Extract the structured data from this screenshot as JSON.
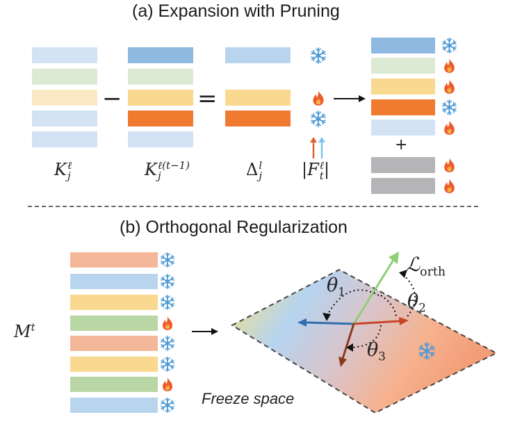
{
  "title_a": "(a) Expansion with Pruning",
  "title_b": "(b) Orthogonal Regularization",
  "labels": {
    "k_base": "K",
    "k_sup": "ℓ",
    "k_sub": "j",
    "kprev_base": "K",
    "kprev_sup": "ℓ(t−1)",
    "kprev_sub": "j",
    "delta_base": "Δ",
    "delta_sup": "l",
    "delta_sub": "j",
    "f_open": "|F",
    "f_sup": "ℓ",
    "f_sub": "t",
    "f_close": "|",
    "minus": "−",
    "equals": "=",
    "plus": "+",
    "m_base": "M",
    "m_sup": "t",
    "theta1_base": "θ",
    "theta1_sub": "1",
    "theta2_base": "θ",
    "theta2_sub": "2",
    "theta3_base": "θ",
    "theta3_sub": "3",
    "lorth_base": "ℒ",
    "lorth_sub": "orth",
    "freeze_space": "Freeze space"
  },
  "colors": {
    "blue_light": "#d3e3f3",
    "blue_mid": "#b9d5ee",
    "blue_dark": "#8fb9e0",
    "green_light": "#dcead3",
    "green_mid": "#b9d6a5",
    "yellow_light": "#fbe9c6",
    "yellow_mid": "#f9d98f",
    "orange": "#f07a30",
    "salmon": "#f4b79a",
    "gray": "#b5b5b7",
    "snow": "#4f9bd6",
    "fire": "#ee5a2a",
    "arrow_red": "#e0632c",
    "arrow_blue": "#7cc4ec",
    "vec_green": "#8fce72",
    "vec_blue": "#2f6db0",
    "vec_red": "#c8452a",
    "vec_brown": "#8a3a1c"
  },
  "icons": {
    "frozen": "snowflake-icon",
    "trainable": "flame-icon"
  },
  "columns": {
    "k": [
      "blue_light",
      "green_light",
      "yellow_light",
      "blue_light",
      "blue_light"
    ],
    "kprev": [
      "blue_dark",
      "green_light",
      "yellow_mid",
      "orange",
      "blue_light"
    ],
    "delta": [
      "blue_mid",
      "empty",
      "yellow_mid",
      "orange",
      "empty"
    ],
    "f_icons": [
      "frozen",
      "none",
      "trainable",
      "frozen",
      "none"
    ],
    "result": [
      {
        "color": "blue_dark",
        "icon": "frozen"
      },
      {
        "color": "green_light",
        "icon": "trainable"
      },
      {
        "color": "yellow_mid",
        "icon": "trainable"
      },
      {
        "color": "orange",
        "icon": "frozen"
      },
      {
        "color": "blue_light",
        "icon": "trainable"
      }
    ],
    "result_extra": [
      {
        "color": "gray",
        "icon": "trainable"
      },
      {
        "color": "gray",
        "icon": "trainable"
      }
    ],
    "m": [
      {
        "color": "salmon",
        "icon": "frozen"
      },
      {
        "color": "blue_mid",
        "icon": "frozen"
      },
      {
        "color": "yellow_mid",
        "icon": "frozen"
      },
      {
        "color": "green_mid",
        "icon": "trainable"
      },
      {
        "color": "salmon",
        "icon": "frozen"
      },
      {
        "color": "yellow_mid",
        "icon": "frozen"
      },
      {
        "color": "green_mid",
        "icon": "trainable"
      },
      {
        "color": "blue_mid",
        "icon": "frozen"
      }
    ]
  }
}
